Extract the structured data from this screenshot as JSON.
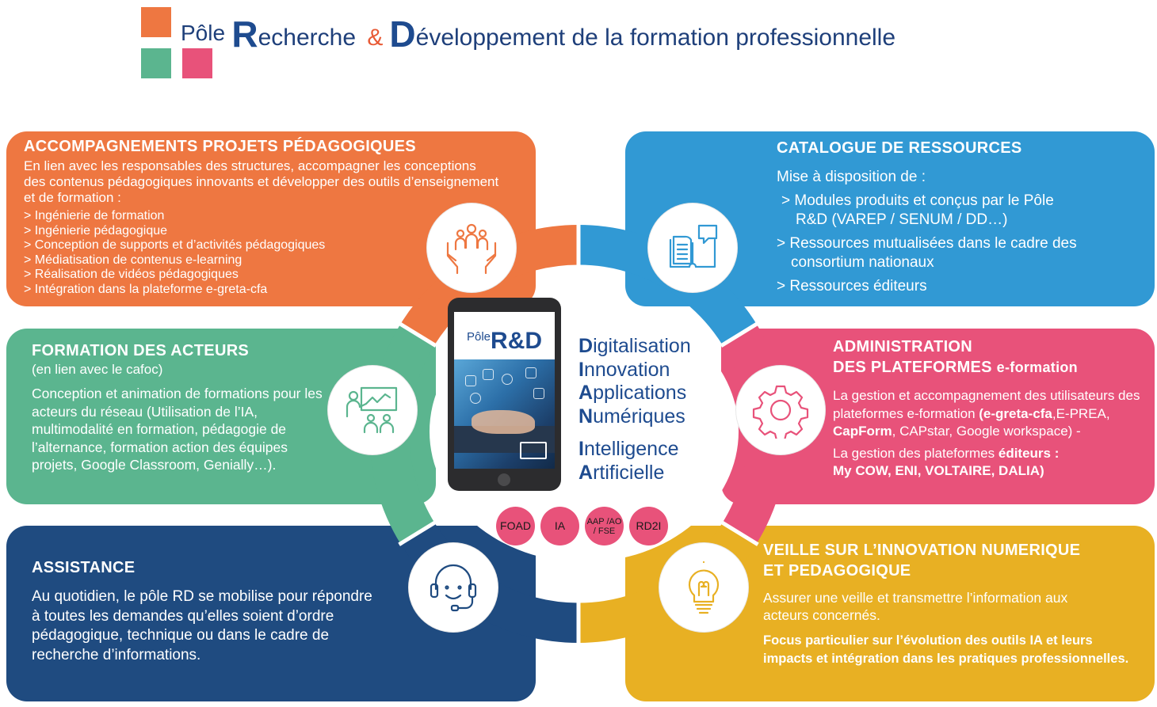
{
  "header": {
    "pole": "Pôle",
    "r_letter": "R",
    "r_rest": "echerche",
    "amp": "&",
    "d_letter": "D",
    "d_rest": "éveloppement de la formation professionnelle"
  },
  "colors": {
    "orange": "#ee7741",
    "blue": "#3199d4",
    "green": "#5bb58f",
    "pink": "#e8527a",
    "navy": "#1f4b80",
    "yellow": "#e8b023",
    "title": "#1e4b8f"
  },
  "accompagnements": {
    "title": "ACCOMPAGNEMENTS PROJETS PÉDAGOGIQUES",
    "intro": "En lien avec les responsables des structures, accompagner les conceptions des contenus pédagogiques innovants et développer des outils d’enseignement et de formation :",
    "items": [
      "> Ingénierie de formation",
      "> Ingénierie pédagogique",
      "> Conception de supports et d’activités pédagogiques",
      "> Médiatisation de contenus e-learning",
      "> Réalisation de vidéos pédagogiques",
      "> Intégration dans la plateforme e-greta-cfa"
    ],
    "icon": "hands-group-icon"
  },
  "catalogue": {
    "title": "CATALOGUE DE RESSOURCES",
    "intro": "Mise à disposition de :",
    "items": [
      "> Modules produits et conçus par le Pôle",
      "R&D  (VAREP / SENUM / DD…)",
      "> Ressources mutualisées dans le cadre des",
      "consortium nationaux",
      "> Ressources éditeurs"
    ],
    "icon": "book-speech-icon"
  },
  "formation": {
    "title": "FORMATION DES ACTEURS",
    "subtitle": "(en lien avec le cafoc)",
    "body": "Conception et animation de formations pour les acteurs du réseau (Utilisation de l’IA, multimodalité en formation, pédagogie de l’alternance, formation action des équipes projets, Google Classroom, Genially…).",
    "icon": "trainer-board-icon"
  },
  "administration": {
    "title_line1": "ADMINISTRATION",
    "title_line2": "DES PLATEFORMES",
    "title_small": "e-formation",
    "body1_a": "La gestion et accompagnement des utilisateurs des plateformes e-formation",
    "body1_b1": "(e-greta-cfa",
    "body1_b2": ",E-PREA, ",
    "body1_b3": "CapForm",
    "body1_b4": ", CAPstar, Google workspace) -",
    "body2_a": "La gestion des plateformes ",
    "body2_b": "éditeurs :",
    "body2_c": "My COW, ENI, VOLTAIRE, DALIA)",
    "icon": "gear-icon"
  },
  "assistance": {
    "title": "ASSISTANCE",
    "body": "Au quotidien, le pôle RD se mobilise pour répondre à toutes les demandes qu’elles soient d’ordre pédagogique, technique ou dans le cadre de recherche d’informations.",
    "icon": "headset-icon"
  },
  "veille": {
    "title_line1": "VEILLE SUR L’INNOVATION NUMERIQUE",
    "title_line2": "ET PEDAGOGIQUE",
    "body": "Assurer une veille et transmettre l’information aux acteurs concernés.",
    "focus": "Focus particulier sur l’évolution des outils IA et leurs impacts et intégration dans les pratiques professionnelles.",
    "icon": "lightbulb-icon"
  },
  "center": {
    "tablet_logo_small": "Pôle",
    "tablet_logo_big": "R&D",
    "words": [
      {
        "first": "D",
        "rest": "igitalisation"
      },
      {
        "first": "I",
        "rest": "nnovation"
      },
      {
        "first": "A",
        "rest": "pplications"
      },
      {
        "first": "N",
        "rest": "umériques"
      },
      {
        "first": "I",
        "rest": "ntelligence"
      },
      {
        "first": "A",
        "rest": "rtificielle"
      }
    ],
    "badges": [
      "FOAD",
      "IA",
      "AAP /AO / FSE",
      "RD2I"
    ]
  }
}
